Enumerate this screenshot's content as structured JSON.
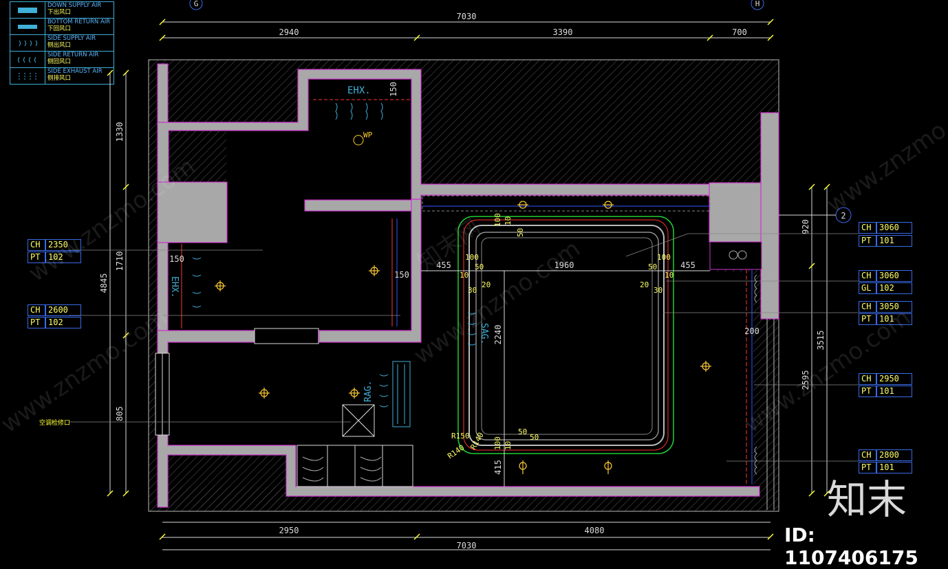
{
  "legend": [
    {
      "en": "DOWN SUPPLY AIR",
      "cn": "下出风口",
      "icon": "down-supply-air-icon"
    },
    {
      "en": "BOTTOM RETURN AIR",
      "cn": "下回风口",
      "icon": "bottom-return-air-icon"
    },
    {
      "en": "SIDE SUPPLY AIR",
      "cn": "侧出风口",
      "icon": "side-supply-air-icon"
    },
    {
      "en": "SIDE RETURN AIR",
      "cn": "侧回风口",
      "icon": "side-return-air-icon"
    },
    {
      "en": "SIDE EXHAUST AIR",
      "cn": "侧排风口",
      "icon": "side-exhaust-air-icon"
    }
  ],
  "grid": {
    "g": "G",
    "h": "H",
    "two": "2"
  },
  "dims": {
    "top_total": "7030",
    "top_a": "2940",
    "top_b": "3390",
    "top_c": "700",
    "bottom_a": "2950",
    "bottom_b": "4080",
    "bottom_total": "7030",
    "left_total": "4845",
    "left_a": "1330",
    "left_b": "1710",
    "left_c": "805",
    "right_total": "3515",
    "right_a": "920",
    "right_b": "2595",
    "mid_455a": "455",
    "mid_1960": "1960",
    "mid_455b": "455",
    "mid_2240": "2240",
    "mid_415": "415",
    "d150a": "150",
    "d150b": "150",
    "d150c": "150",
    "d200": "200",
    "d100a": "100",
    "d100b": "100",
    "d100c": "100",
    "d100d": "100",
    "d50a": "50",
    "d50b": "50",
    "d50c": "50",
    "d50d": "50",
    "d50e": "50",
    "d30a": "30",
    "d30b": "30",
    "d20a": "20",
    "d20b": "20",
    "d10a": "10",
    "d10b": "10",
    "d10c": "10",
    "d10d": "10",
    "r150": "R150",
    "r140a": "R140",
    "r140b": "R140"
  },
  "labels": {
    "ehx_top": "EHX.",
    "ehx_side": "EHX.",
    "wp": "WP",
    "rag": "RAG.",
    "sag": "SAG.",
    "ac_access": "空调检修口"
  },
  "tags": [
    {
      "k1": "CH",
      "v1": "2350",
      "k2": "PT",
      "v2": "102"
    },
    {
      "k1": "CH",
      "v1": "2600",
      "k2": "PT",
      "v2": "102"
    },
    {
      "k1": "CH",
      "v1": "3060",
      "k2": "PT",
      "v2": "101"
    },
    {
      "k1": "CH",
      "v1": "3060",
      "k2": "GL",
      "v2": "102"
    },
    {
      "k1": "CH",
      "v1": "3050",
      "k2": "PT",
      "v2": "101"
    },
    {
      "k1": "CH",
      "v1": "2950",
      "k2": "PT",
      "v2": "101"
    },
    {
      "k1": "CH",
      "v1": "2800",
      "k2": "PT",
      "v2": "101"
    }
  ],
  "watermark": {
    "site": "www.znzmo.com",
    "brand": "知末",
    "id": "ID: 1107406175",
    "cn": "知末网"
  }
}
